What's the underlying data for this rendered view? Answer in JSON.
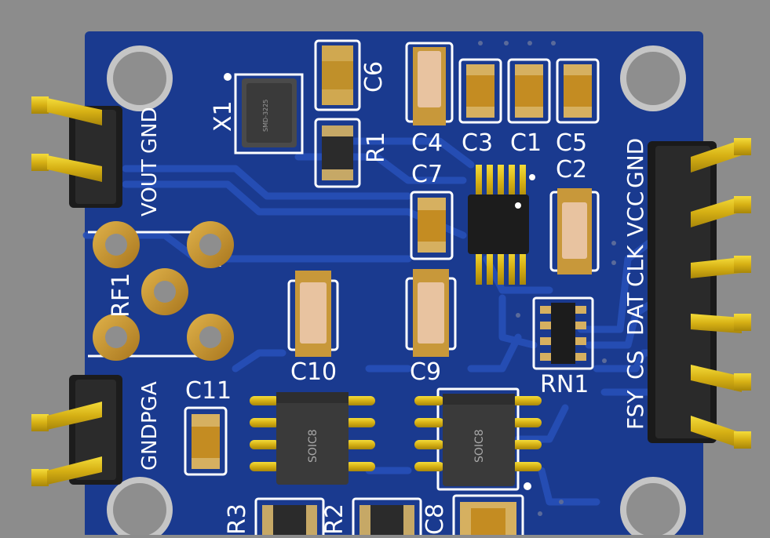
{
  "board": {
    "colors": {
      "background": "#8c8c8c",
      "pcb": "#1a3a8f",
      "trace": "#234aa8",
      "pad_gold": "#c9962e",
      "pin_gold": "#e2c21a",
      "silkscreen": "#ffffff",
      "ic_body": "#3a3a3a"
    },
    "labels": {
      "x1": "X1",
      "c6": "C6",
      "r1": "R1",
      "c4": "C4",
      "c3": "C3",
      "c1": "C1",
      "c5": "C5",
      "c7": "C7",
      "c2": "C2",
      "rf1": "RF1",
      "rn1": "RN1",
      "c10": "C10",
      "c9": "C9",
      "c11": "C11",
      "r3": "R3",
      "r2": "R2",
      "c8": "C8"
    },
    "connectors": {
      "left_top": [
        "VOUT",
        "GND"
      ],
      "left_bottom": [
        "GND",
        "PGA"
      ],
      "right": [
        "FSY",
        "CS",
        "DAT",
        "CLK",
        "VCC",
        "GND"
      ]
    },
    "chip_markings": {
      "x1_package": "SMD-3225",
      "u_left": "SOIC8",
      "u_right": "SOIC8"
    }
  }
}
